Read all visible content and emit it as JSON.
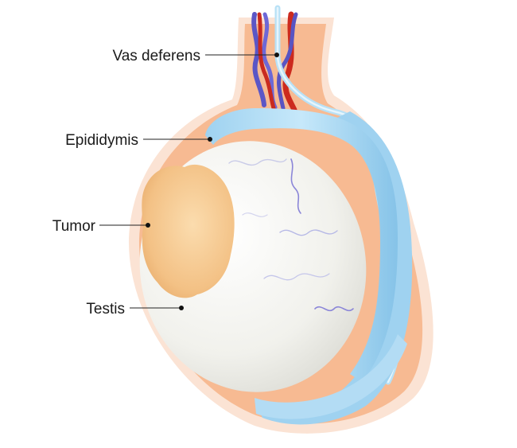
{
  "labels": {
    "vas_deferens": "Vas deferens",
    "epididymis": "Epididymis",
    "tumor": "Tumor",
    "testis": "Testis"
  },
  "colors": {
    "scrotum_outer": "#fbe3d4",
    "scrotum_inner": "#f6b88f",
    "testis": "#f4f3ee",
    "testis_shadow": "#dcdcd6",
    "epididymis": "#a9d8f2",
    "epididymis_dark": "#7fbfe6",
    "tumor": "#f6c990",
    "tumor_dark": "#e8a968",
    "artery": "#cc2a1e",
    "vein": "#5b56c6",
    "vas": "#b8e1f6",
    "leader": "#222222"
  }
}
